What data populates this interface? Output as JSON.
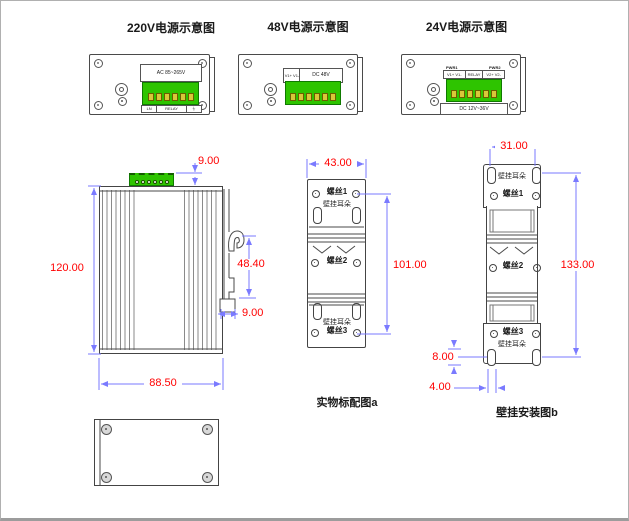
{
  "titles": {
    "p220": "220V电源示意图",
    "p48": "48V电源示意图",
    "p24": "24V电源示意图"
  },
  "panel220": {
    "range_label": "AC 85~265V",
    "term_labels": [
      "LN",
      "RELAY",
      "⏚"
    ]
  },
  "panel48": {
    "pin_label": "V1+ V1-",
    "range_label": "DC 48V"
  },
  "panel24": {
    "pwr1": "PWR1",
    "pwr2": "PWR2",
    "term_labels": [
      "V1+ V1-",
      "RELAY",
      "V2+ V2-"
    ],
    "range_label": "DC 12V~36V"
  },
  "side_view": {
    "dim_block_height": "9.00",
    "dim_body_height": "120.00",
    "dim_clip_height": "48.40",
    "dim_catch_width": "9.00",
    "dim_body_width": "88.50"
  },
  "fig_a": {
    "caption": "实物标配图a",
    "dim_width": "43.00",
    "dim_height": "101.00",
    "screw1": "螺丝1",
    "screw2": "螺丝2",
    "screw3": "螺丝3",
    "ear_top": "壁挂耳朵",
    "ear_bottom": "壁挂耳朵"
  },
  "fig_b": {
    "caption": "壁挂安装图b",
    "dim_width": "31.00",
    "dim_height": "133.00",
    "dim_offset_v": "8.00",
    "dim_offset_h": "4.00",
    "screw1": "螺丝1",
    "screw2": "螺丝2",
    "screw3": "螺丝3",
    "ear_top": "壁挂耳朵",
    "ear_bottom": "壁挂耳朵"
  },
  "colors": {
    "dimension_text": "#ff0000",
    "dimension_line": "#7a7aff",
    "outline": "#4a4a4a",
    "terminal_green": "#2ec400",
    "terminal_yellow": "#d9c73a"
  }
}
